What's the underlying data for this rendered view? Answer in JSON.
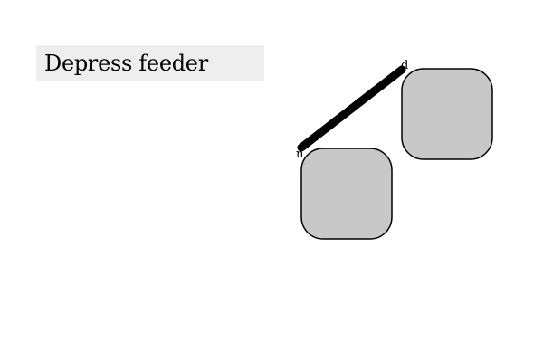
{
  "instruction": {
    "text": "Depress feeder"
  },
  "feeder": {
    "start_label": "n",
    "end_label": "d"
  },
  "colors": {
    "banner_bg": "#eeeeee",
    "block_fill": "#c8c8c8",
    "block_stroke": "#000000",
    "feeder_stroke": "#000000"
  }
}
